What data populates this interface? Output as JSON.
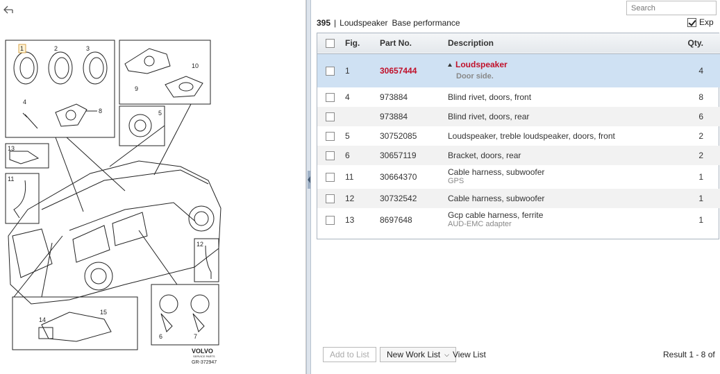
{
  "header": {
    "search_placeholder": "Search",
    "group_no": "395",
    "separator": "|",
    "title": "Loudspeaker",
    "subtitle": "Base performance",
    "expand_label": "Exp"
  },
  "diagram": {
    "callouts": [
      "1",
      "2",
      "3",
      "4",
      "5",
      "6",
      "7",
      "8",
      "9",
      "10",
      "11",
      "12",
      "13",
      "14",
      "15"
    ],
    "brand": "VOLVO",
    "brand_sub": "SERVICE PARTS",
    "ref": "GR-372947"
  },
  "table": {
    "columns": {
      "fig": "Fig.",
      "part": "Part No.",
      "desc": "Description",
      "qty": "Qty."
    },
    "rows": [
      {
        "fig": "1",
        "part": "30657444",
        "desc": "Loudspeaker",
        "note": "Door side.",
        "qty": "4",
        "selected": true
      },
      {
        "fig": "4",
        "part": "973884",
        "desc": "Blind rivet, doors, front",
        "note": "",
        "qty": "8"
      },
      {
        "fig": "",
        "part": "973884",
        "desc": "Blind rivet, doors, rear",
        "note": "",
        "qty": "6"
      },
      {
        "fig": "5",
        "part": "30752085",
        "desc": "Loudspeaker, treble loudspeaker, doors, front",
        "note": "",
        "qty": "2"
      },
      {
        "fig": "6",
        "part": "30657119",
        "desc": "Bracket, doors, rear",
        "note": "",
        "qty": "2"
      },
      {
        "fig": "11",
        "part": "30664370",
        "desc": "Cable harness, subwoofer",
        "note": "GPS",
        "qty": "1"
      },
      {
        "fig": "12",
        "part": "30732542",
        "desc": "Cable harness, subwoofer",
        "note": "",
        "qty": "1"
      },
      {
        "fig": "13",
        "part": "8697648",
        "desc": "Gcp cable harness, ferrite",
        "note": "AUD-EMC adapter",
        "qty": "1"
      }
    ]
  },
  "footer": {
    "add_to_list": "Add to List",
    "new_work_list": "New Work List",
    "view_list": "View List",
    "result": "Result 1 - 8 of"
  },
  "colors": {
    "accent_red": "#c0102a",
    "selected_row": "#cfe1f3",
    "splitter": "#dde4ec"
  },
  "icons": {
    "back": "back-arrow-icon",
    "checkbox": "checkbox-icon",
    "expand": "triangle-expanded-icon",
    "dropdown": "chevron-down-icon"
  }
}
